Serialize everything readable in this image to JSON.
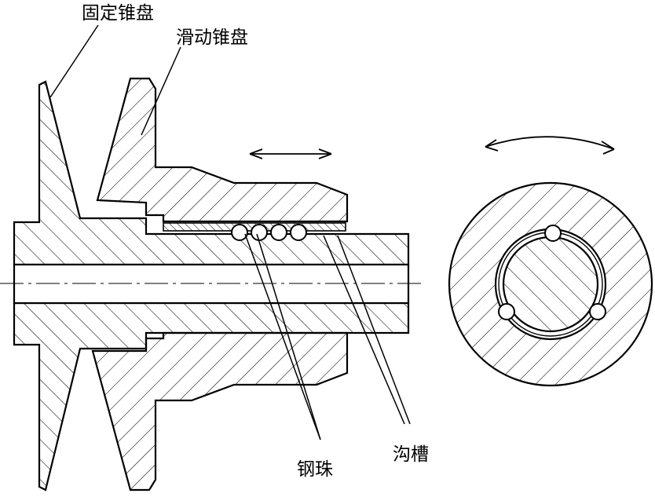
{
  "labels": {
    "fixed_disc": "固定锥盘",
    "sliding_disc": "滑动锥盘",
    "steel_ball": "钢珠",
    "groove": "沟槽"
  },
  "colors": {
    "line": "#000000",
    "background": "#ffffff"
  },
  "ball_count_side_view": 4,
  "ball_count_end_view": 3
}
